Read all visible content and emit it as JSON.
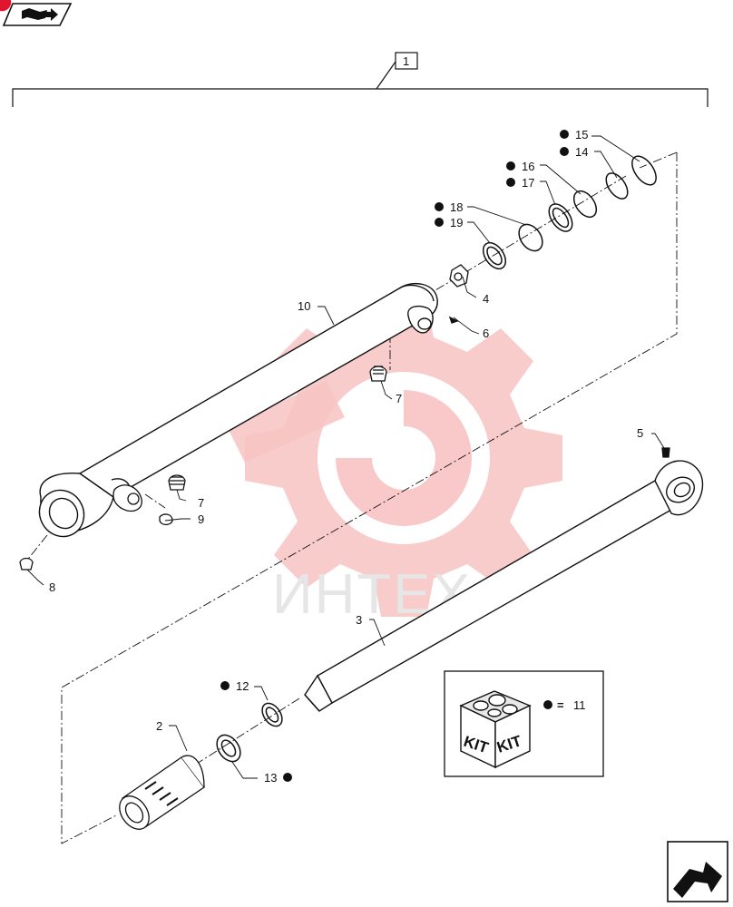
{
  "diagram": {
    "assembly_number": "1",
    "parts": {
      "p2": "2",
      "p3": "3",
      "p4": "4",
      "p5": "5",
      "p6": "6",
      "p7a": "7",
      "p7b": "7",
      "p8": "8",
      "p9": "9",
      "p10": "10",
      "p12": "12",
      "p13": "13",
      "p14": "14",
      "p15": "15",
      "p16": "16",
      "p17": "17",
      "p18": "18",
      "p19": "19"
    },
    "kit": {
      "box_label_1": "KIT",
      "box_label_2": "KIT",
      "equals_sign": "=",
      "kit_number": "11"
    },
    "watermark_text": "ИНТЕХ"
  },
  "colors": {
    "line": "#111111",
    "watermark_red": "#f7b7b7",
    "watermark_gray": "#e6e6e6",
    "corner_badge": "#e0152b"
  },
  "icons": {
    "top_left": "book-arrow-icon",
    "bottom_right": "next-page-arrow-icon",
    "kit_marker": "filled-dot-icon"
  }
}
